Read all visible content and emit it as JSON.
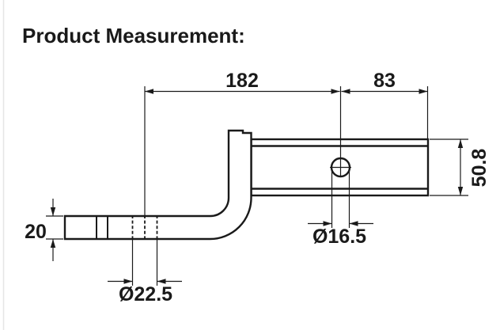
{
  "title": "Product Measurement:",
  "dimensions": {
    "center_to_pin_hole_length": "182",
    "pin_hole_to_end_length": "83",
    "tube_height": "50.8",
    "plate_thickness": "20",
    "pin_hole_diameter": "Ø16.5",
    "ball_hole_diameter": "Ø22.5"
  },
  "colors": {
    "line": "#1a1a1a",
    "background": "#ffffff",
    "left_edge_line": "#e6e6e6"
  }
}
